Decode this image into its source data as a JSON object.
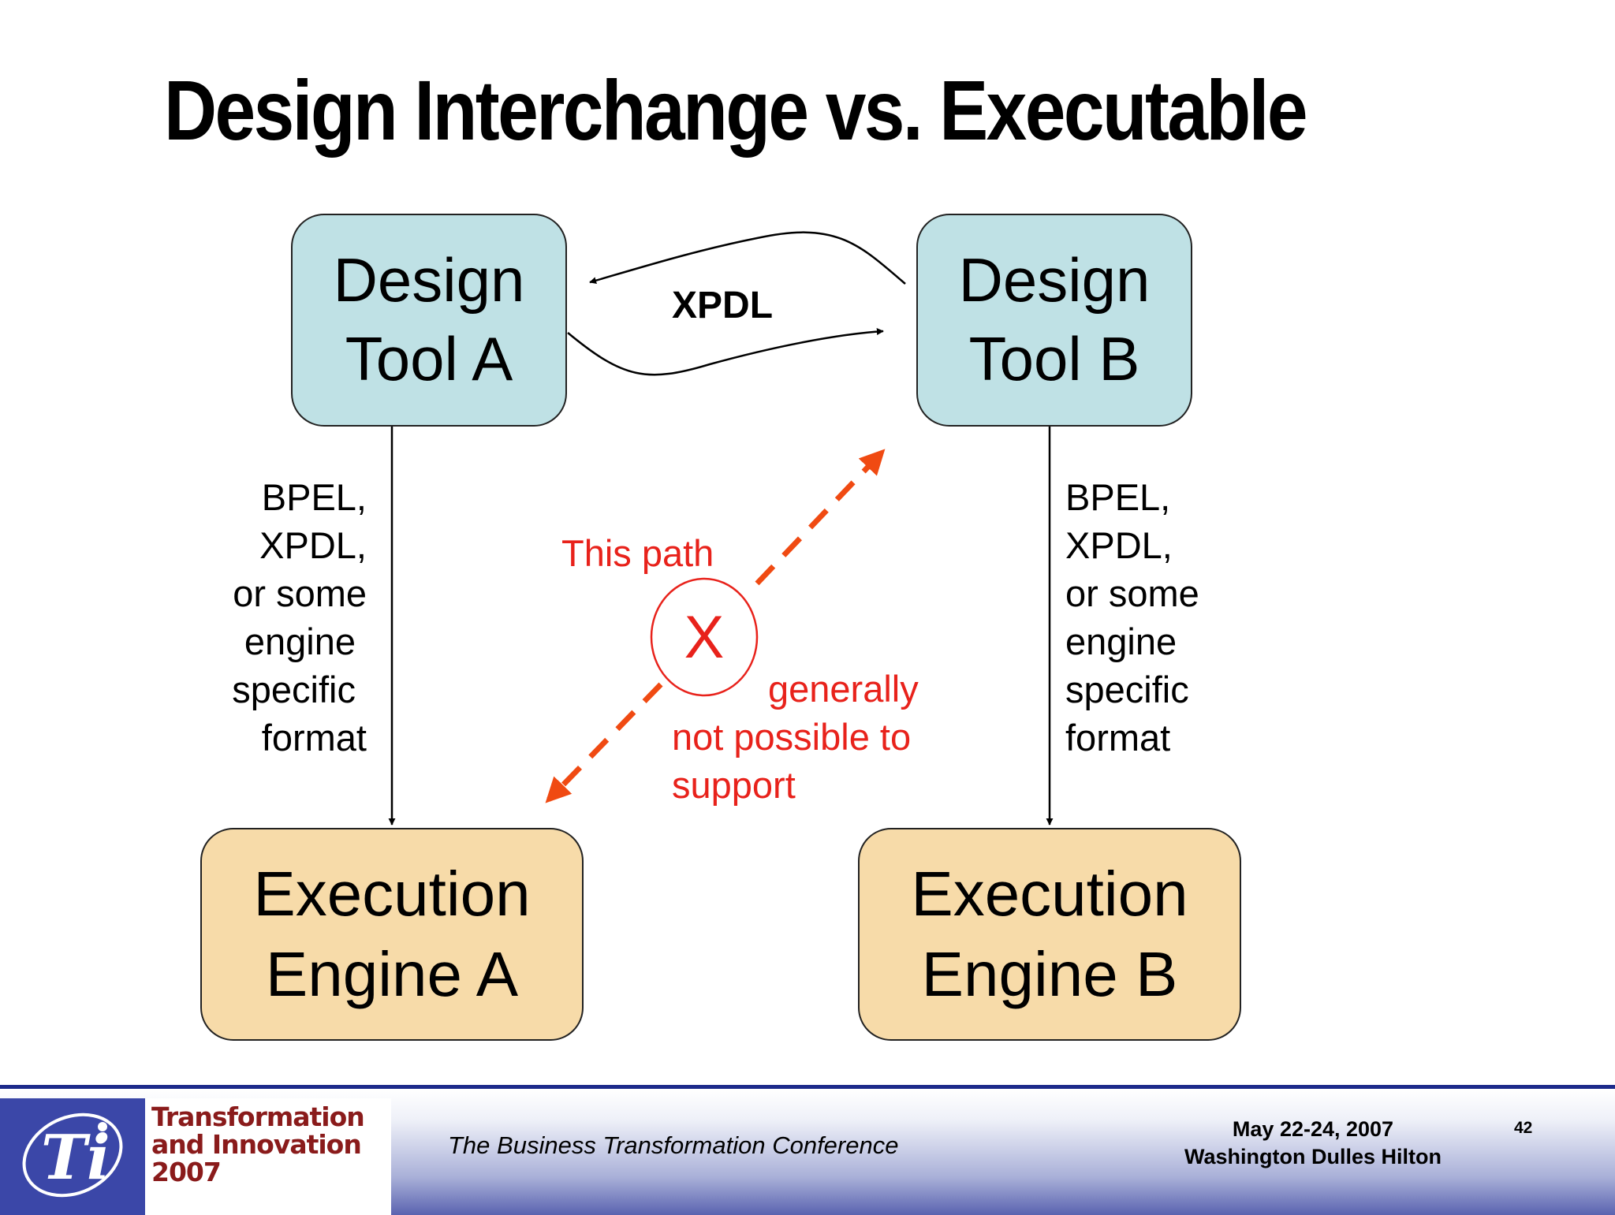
{
  "slide": {
    "title": "Design Interchange vs. Executable"
  },
  "diagram": {
    "design_tool_a": [
      "Design",
      "Tool A"
    ],
    "design_tool_b": [
      "Design",
      "Tool B"
    ],
    "execution_engine_a": [
      "Execution",
      "Engine A"
    ],
    "execution_engine_b": [
      "Execution",
      "Engine B"
    ],
    "interchange_label": "XPDL",
    "format_label_a": [
      "BPEL,",
      "XPDL,",
      "or some",
      "engine",
      "specific",
      "format"
    ],
    "format_label_b": [
      "BPEL,",
      "XPDL,",
      "or some",
      "engine",
      "specific",
      "format"
    ],
    "blocked_path": {
      "line_1": "This path",
      "mark": "X",
      "line_2": "generally",
      "line_3": "not possible to",
      "line_4": "support"
    }
  },
  "colors": {
    "design_box": "#bfe1e5",
    "engine_box": "#f7dba9",
    "warning_red": "#e8221b",
    "dashed_arrow": "#f04a12",
    "footer_blue": "#1c2a8a"
  },
  "footer": {
    "logo_lines": [
      "Transformation",
      "and Innovation",
      "2007"
    ],
    "tagline": "The Business Transformation Conference",
    "dates": "May 22-24, 2007",
    "venue": "Washington Dulles Hilton",
    "slide_number": "42"
  }
}
